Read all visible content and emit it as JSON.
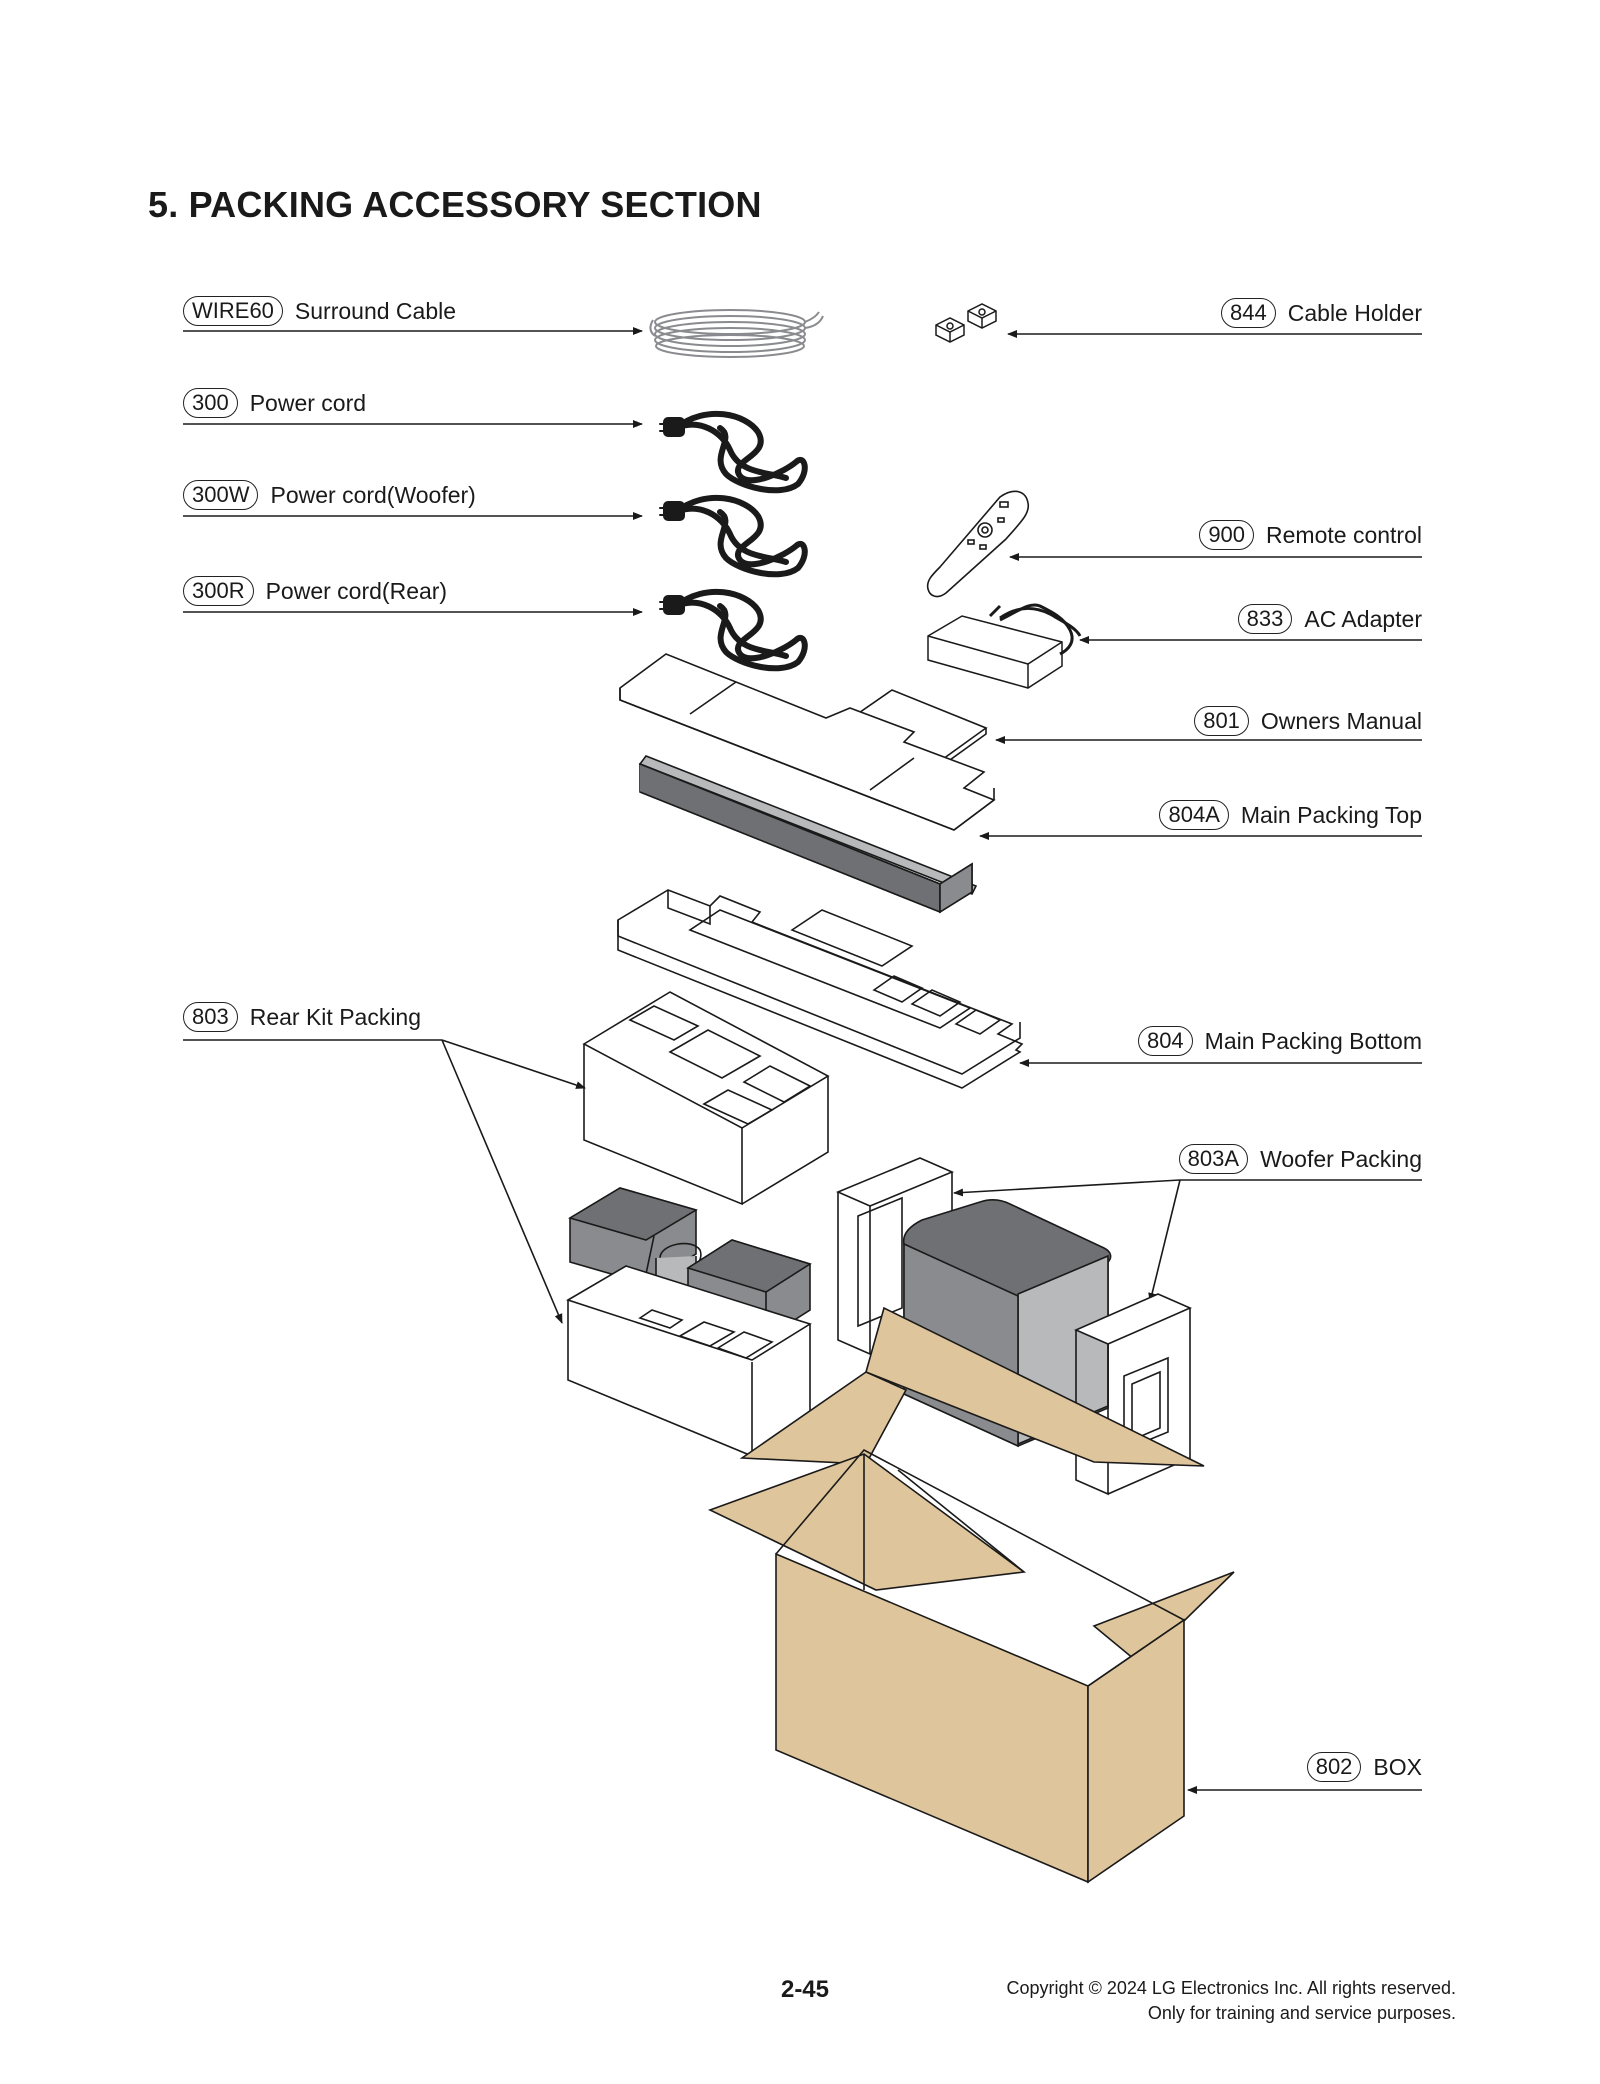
{
  "page_title": "5. PACKING ACCESSORY SECTION",
  "callouts_left": [
    {
      "code": "WIRE60",
      "label": "Surround Cable"
    },
    {
      "code": "300",
      "label": "Power cord"
    },
    {
      "code": "300W",
      "label": "Power cord(Woofer)"
    },
    {
      "code": "300R",
      "label": "Power cord(Rear)"
    },
    {
      "code": "803",
      "label": "Rear Kit Packing"
    }
  ],
  "callouts_right": [
    {
      "code": "844",
      "label": "Cable Holder"
    },
    {
      "code": "900",
      "label": "Remote control"
    },
    {
      "code": "833",
      "label": "AC Adapter"
    },
    {
      "code": "801",
      "label": "Owners Manual"
    },
    {
      "code": "804A",
      "label": "Main Packing Top"
    },
    {
      "code": "804",
      "label": "Main Packing Bottom"
    },
    {
      "code": "803A",
      "label": "Woofer Packing"
    },
    {
      "code": "802",
      "label": "BOX"
    }
  ],
  "footer": {
    "page_number": "2-45",
    "copyright_line1": "Copyright © 2024 LG Electronics Inc. All rights reserved.",
    "copyright_line2": "Only for training and service purposes."
  },
  "colors": {
    "cardboard": "#dfc59b",
    "grey_dark": "#6f7073",
    "grey_mid": "#8a8b8e",
    "grey_light": "#b8b9bb",
    "line": "#1a1a1a"
  }
}
